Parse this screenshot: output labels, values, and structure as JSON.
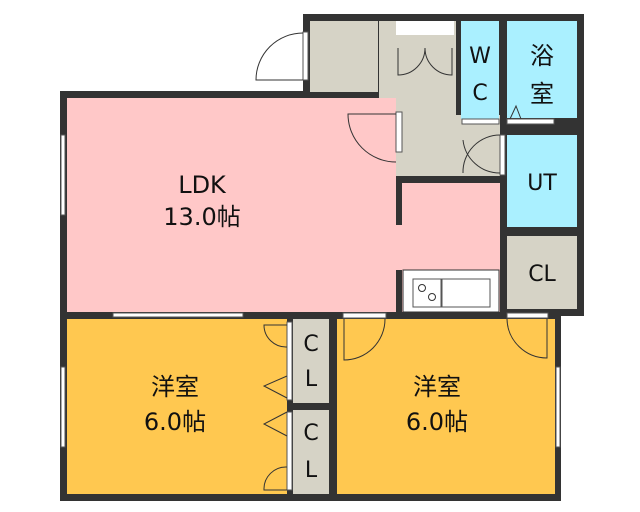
{
  "rooms": {
    "ldk": {
      "name": "LDK",
      "size": "13.0帖"
    },
    "bedroom_left": {
      "name": "洋室",
      "size": "6.0帖"
    },
    "bedroom_right": {
      "name": "洋室",
      "size": "6.0帖"
    },
    "wc": {
      "line1": "W",
      "line2": "C"
    },
    "bath": {
      "line1": "浴",
      "line2": "室"
    },
    "utility": {
      "name": "UT"
    },
    "closet_right": {
      "name": "CL"
    },
    "closet_upper": {
      "line1": "C",
      "line2": "L"
    },
    "closet_lower": {
      "line1": "C",
      "line2": "L"
    }
  },
  "colors": {
    "wall": "#333333",
    "ldk": "#ffc8c8",
    "bedroom": "#ffc850",
    "wet": "#aaf0ff",
    "storage": "#d6d3c6"
  }
}
